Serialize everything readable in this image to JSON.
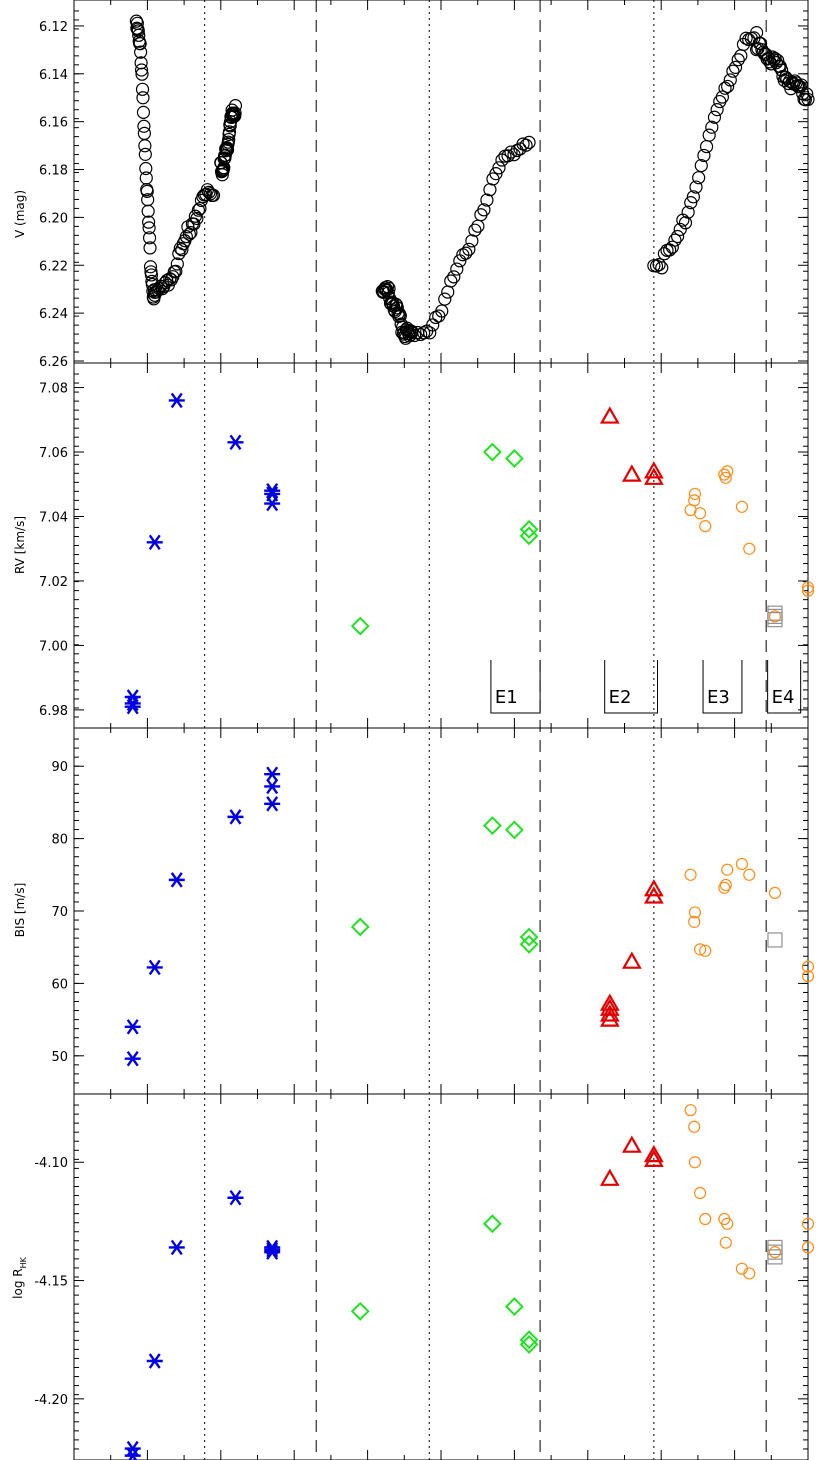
{
  "figure": {
    "panels": [
      {
        "id": "v",
        "ylabel": "V (mag)",
        "ticks": [
          "6.12",
          "6.14",
          "6.16",
          "6.18",
          "6.20",
          "6.22",
          "6.24",
          "6.26"
        ]
      },
      {
        "id": "rv",
        "ylabel": "RV [km/s]",
        "ticks": [
          "7.08",
          "7.06",
          "7.04",
          "7.02",
          "7.00",
          "6.98"
        ]
      },
      {
        "id": "bis",
        "ylabel": "BIS [m/s]",
        "ticks": [
          "90",
          "80",
          "70",
          "60",
          "50"
        ]
      },
      {
        "id": "rhk",
        "ylabel": "log R",
        "ylabel_sub": "HK",
        "ticks": [
          "-4.10",
          "-4.15",
          "-4.20"
        ]
      }
    ],
    "epoch_labels": [
      "E1",
      "E2",
      "E3",
      "E4"
    ],
    "colors": {
      "asterisk": "#0000e0",
      "diamond": "#22e022",
      "triangle": "#e00000",
      "circle": "#ff8c1a",
      "square": "#909090",
      "photometry": "#000000"
    }
  },
  "chart_data": [
    {
      "type": "scatter",
      "ylabel": "V (mag)",
      "ylim": [
        6.26,
        6.11
      ],
      "y_inverted": true,
      "xlabel": "",
      "series": [
        {
          "marker": "circle-open",
          "color": "#000000",
          "segments": [
            {
              "x0": 0.085,
              "x1": 0.11,
              "y0": 6.118,
              "y1": 6.232
            },
            {
              "x0": 0.11,
              "x1": 0.19,
              "y0": 6.232,
              "y1": 6.19
            },
            {
              "x0": 0.2,
              "x1": 0.22,
              "y0": 6.18,
              "y1": 6.155
            },
            {
              "x0": 0.42,
              "x1": 0.46,
              "y0": 6.23,
              "y1": 6.25
            },
            {
              "x0": 0.46,
              "x1": 0.62,
              "y0": 6.25,
              "y1": 6.168
            },
            {
              "x0": 0.79,
              "x1": 0.93,
              "y0": 6.22,
              "y1": 6.125
            },
            {
              "x0": 0.93,
              "x1": 1.0,
              "y0": 6.13,
              "y1": 6.148
            }
          ]
        }
      ]
    },
    {
      "type": "scatter",
      "ylabel": "RV [km/s]",
      "ylim": [
        6.975,
        7.087
      ],
      "series": [
        {
          "marker": "asterisk",
          "color": "#0000e0",
          "x": [
            0.08,
            0.08,
            0.08,
            0.11,
            0.14,
            0.22,
            0.27,
            0.27,
            0.27
          ],
          "y": [
            6.984,
            6.982,
            6.981,
            7.032,
            7.076,
            7.063,
            7.048,
            7.047,
            7.044
          ]
        },
        {
          "marker": "diamond",
          "color": "#22e022",
          "x": [
            0.39,
            0.57,
            0.6,
            0.62,
            0.62
          ],
          "y": [
            7.006,
            7.06,
            7.058,
            7.036,
            7.034
          ]
        },
        {
          "marker": "triangle",
          "color": "#e00000",
          "x": [
            0.73,
            0.76,
            0.79,
            0.79
          ],
          "y": [
            7.071,
            7.053,
            7.054,
            7.052
          ]
        },
        {
          "marker": "circle-open",
          "color": "#ff8c1a",
          "x": [
            0.84,
            0.845,
            0.846,
            0.853,
            0.86,
            0.886,
            0.888,
            0.89,
            0.91,
            0.92,
            0.955,
            1.0,
            1.0
          ],
          "y": [
            7.042,
            7.045,
            7.047,
            7.041,
            7.037,
            7.053,
            7.052,
            7.054,
            7.043,
            7.03,
            7.009,
            7.018,
            7.017
          ]
        },
        {
          "marker": "square-open",
          "color": "#909090",
          "x": [
            0.955,
            0.955,
            0.955
          ],
          "y": [
            7.008,
            7.009,
            7.01
          ]
        }
      ]
    },
    {
      "type": "scatter",
      "ylabel": "BIS [m/s]",
      "ylim": [
        45,
        95
      ],
      "series": [
        {
          "marker": "asterisk",
          "color": "#0000e0",
          "x": [
            0.08,
            0.08,
            0.11,
            0.14,
            0.22,
            0.27,
            0.27,
            0.27
          ],
          "y": [
            49.6,
            54.0,
            62.2,
            74.3,
            83.0,
            84.8,
            87.2,
            88.9
          ]
        },
        {
          "marker": "diamond",
          "color": "#22e022",
          "x": [
            0.39,
            0.57,
            0.6,
            0.62,
            0.62
          ],
          "y": [
            67.8,
            81.8,
            81.2,
            66.4,
            65.4
          ]
        },
        {
          "marker": "triangle",
          "color": "#e00000",
          "x": [
            0.73,
            0.73,
            0.73,
            0.73,
            0.76,
            0.79,
            0.79
          ],
          "y": [
            55.0,
            55.7,
            56.5,
            57.2,
            63.0,
            72.0,
            73.0
          ]
        },
        {
          "marker": "circle-open",
          "color": "#ff8c1a",
          "x": [
            0.84,
            0.845,
            0.846,
            0.853,
            0.86,
            0.886,
            0.888,
            0.89,
            0.91,
            0.92,
            0.955,
            1.0,
            1.0
          ],
          "y": [
            75.0,
            68.5,
            69.8,
            64.7,
            64.5,
            73.2,
            73.6,
            75.7,
            76.5,
            75.0,
            72.5,
            61.0,
            62.3
          ]
        },
        {
          "marker": "square-open",
          "color": "#909090",
          "x": [
            0.955
          ],
          "y": [
            66.0
          ]
        }
      ]
    },
    {
      "type": "scatter",
      "ylabel": "log R_HK",
      "ylim": [
        -4.225,
        -4.072
      ],
      "series": [
        {
          "marker": "asterisk",
          "color": "#0000e0",
          "x": [
            0.08,
            0.08,
            0.11,
            0.14,
            0.22,
            0.27,
            0.27,
            0.27
          ],
          "y": [
            -4.221,
            -4.224,
            -4.184,
            -4.136,
            -4.115,
            -4.136,
            -4.138,
            -4.137
          ]
        },
        {
          "marker": "diamond",
          "color": "#22e022",
          "x": [
            0.39,
            0.57,
            0.6,
            0.62,
            0.62
          ],
          "y": [
            -4.163,
            -4.126,
            -4.161,
            -4.175,
            -4.177
          ]
        },
        {
          "marker": "triangle",
          "color": "#e00000",
          "x": [
            0.73,
            0.76,
            0.79,
            0.79
          ],
          "y": [
            -4.107,
            -4.093,
            -4.097,
            -4.099
          ]
        },
        {
          "marker": "circle-open",
          "color": "#ff8c1a",
          "x": [
            0.84,
            0.845,
            0.846,
            0.853,
            0.86,
            0.886,
            0.888,
            0.89,
            0.91,
            0.92,
            0.955,
            1.0,
            1.0
          ],
          "y": [
            -4.078,
            -4.085,
            -4.1,
            -4.113,
            -4.124,
            -4.124,
            -4.134,
            -4.126,
            -4.145,
            -4.147,
            -4.138,
            -4.126,
            -4.136
          ]
        },
        {
          "marker": "square-open",
          "color": "#909090",
          "x": [
            0.955,
            0.955,
            0.955
          ],
          "y": [
            -4.136,
            -4.138,
            -4.14
          ]
        }
      ]
    }
  ]
}
